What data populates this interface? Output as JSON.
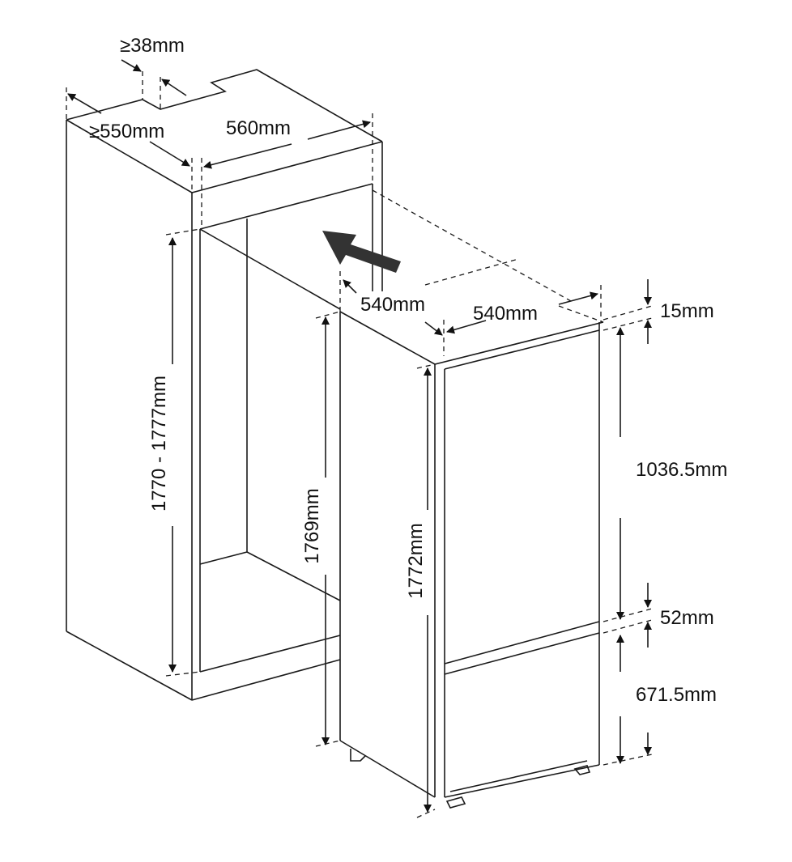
{
  "title": "Built-in refrigerator installation dimensions",
  "labels": {
    "clearance_top": "≥38mm",
    "niche_depth": "≥550mm",
    "niche_width": "560mm",
    "appliance_depth": "540mm",
    "appliance_width": "540mm",
    "niche_height": "1770 - 1777mm",
    "appliance_side_height": "1769mm",
    "appliance_height": "1772mm",
    "top_gap": "15mm",
    "upper_door": "1036.5mm",
    "door_gap": "52mm",
    "lower_door": "671.5mm"
  },
  "colors": {
    "line": "#1a1a1a",
    "arrow": "#333333"
  }
}
